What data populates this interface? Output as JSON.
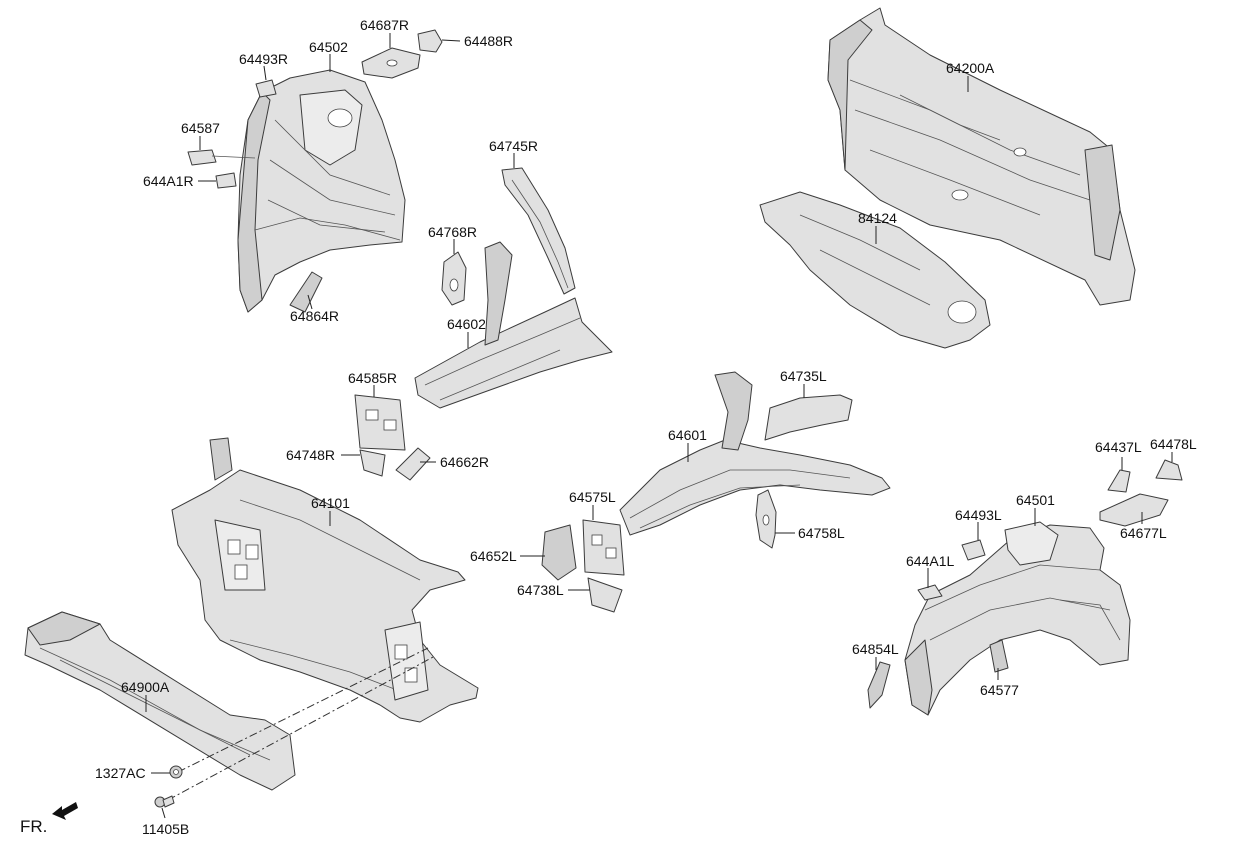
{
  "diagram": {
    "orientation_label": "FR.",
    "part_labels": {
      "p64493R": "64493R",
      "p64502": "64502",
      "p64687R": "64687R",
      "p64488R": "64488R",
      "p64587": "64587",
      "p644A1R": "644A1R",
      "p64864R": "64864R",
      "p64745R": "64745R",
      "p64768R": "64768R",
      "p64602": "64602",
      "p64585R": "64585R",
      "p64748R": "64748R",
      "p64662R": "64662R",
      "p64200A": "64200A",
      "p84124": "84124",
      "p64735L": "64735L",
      "p64601": "64601",
      "p64575L": "64575L",
      "p64758L": "64758L",
      "p64652L": "64652L",
      "p64738L": "64738L",
      "p64101": "64101",
      "p64900A": "64900A",
      "p1327AC": "1327AC",
      "p11405B": "11405B",
      "p64437L": "64437L",
      "p64478L": "64478L",
      "p64493L": "64493L",
      "p64501": "64501",
      "p64677L": "64677L",
      "p644A1L": "644A1L",
      "p64854L": "64854L",
      "p64577": "64577"
    }
  }
}
